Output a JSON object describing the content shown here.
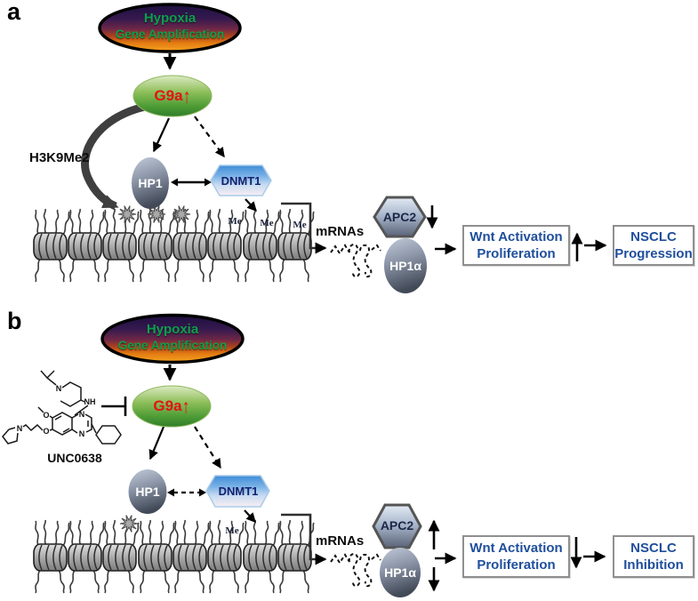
{
  "a": {
    "panel_label": "a",
    "hypoxia_line1": "Hypoxia",
    "hypoxia_line2": "Gene Amplification",
    "g9a_label": "G9a",
    "g9a_up_arrow": "↑",
    "h3k9me2_label": "H3K9Me2",
    "hp1_label": "HP1",
    "dnmt1_label": "DNMT1",
    "me_label_1": "Me",
    "me_label_2": "Me",
    "me_label_3": "Me",
    "mrnas_label": "mRNAs",
    "apc2_label": "APC2",
    "apc2_regulation": "down",
    "hp1a_label": "HP1α",
    "wnt_line1": "Wnt Activation",
    "wnt_line2": "Proliferation",
    "outcome_regulation": "up",
    "outcome_line1": "NSCLC",
    "outcome_line2": "Progression"
  },
  "b": {
    "panel_label": "b",
    "hypoxia_line1": "Hypoxia",
    "hypoxia_line2": "Gene Amplification",
    "g9a_label": "G9a",
    "g9a_up_arrow": "↑",
    "unc0638_label": "UNC0638",
    "atoms": {
      "n_piperidine": "N",
      "nh": "NH",
      "o_methoxy": "O",
      "o_ether": "O",
      "n_pyrrolidine": "N",
      "n3": "N",
      "n1": "N"
    },
    "hp1_label": "HP1",
    "dnmt1_label": "DNMT1",
    "me_label_1": "Me",
    "mrnas_label": "mRNAs",
    "apc2_label": "APC2",
    "apc2_regulation": "up",
    "hp1a_label": "HP1α",
    "hp1a_regulation": "down",
    "wnt_line1": "Wnt Activation",
    "wnt_line2": "Proliferation",
    "outcome_regulation": "down",
    "outcome_line1": "NSCLC",
    "outcome_line2": "Inhibition"
  },
  "colors": {
    "hypoxia_text": "#0BA04C",
    "g9a_text": "#E21313",
    "flow_box_text": "#1F4E9C",
    "dnmt1_text": "#14206E",
    "apc2_text": "#1B2746",
    "hp1_text": "#FFFFFF",
    "arrow": "#000000"
  }
}
